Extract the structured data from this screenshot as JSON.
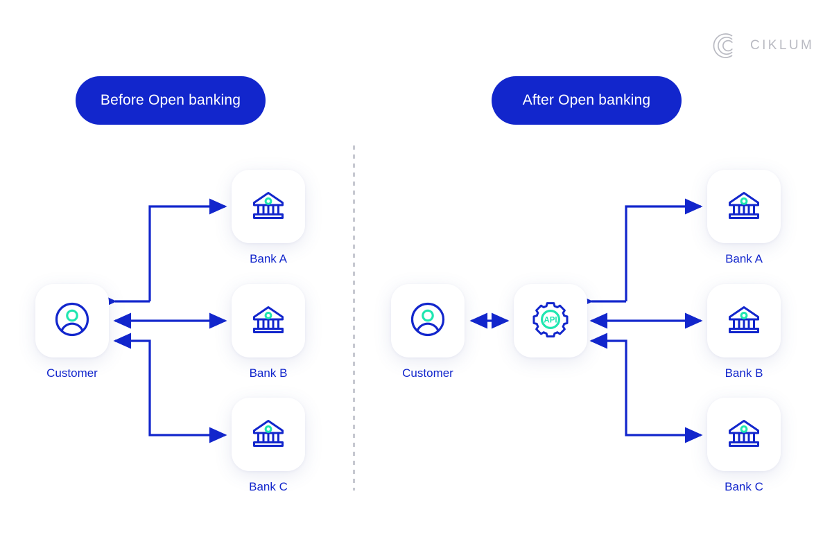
{
  "brand": {
    "logo_text": "CIKLUM",
    "logo_color": "#b9bac2"
  },
  "colors": {
    "accent_blue": "#1226cc",
    "accent_green": "#1fe6b0",
    "pill_bg": "#1226cc",
    "pill_text": "#ffffff",
    "card_bg": "#ffffff",
    "divider": "#c6c8d0",
    "page_bg": "#ffffff"
  },
  "sections": {
    "left": {
      "pill_label": "Before Open banking",
      "customer": {
        "label": "Customer",
        "icon": "customer-avatar-icon"
      },
      "banks": [
        {
          "label": "Bank A",
          "icon": "bank-building-icon"
        },
        {
          "label": "Bank B",
          "icon": "bank-building-icon"
        },
        {
          "label": "Bank C",
          "icon": "bank-building-icon"
        }
      ]
    },
    "right": {
      "pill_label": "After Open banking",
      "customer": {
        "label": "Customer",
        "icon": "customer-avatar-icon"
      },
      "api": {
        "label": "API",
        "icon": "api-gear-icon"
      },
      "banks": [
        {
          "label": "Bank A",
          "icon": "bank-building-icon"
        },
        {
          "label": "Bank B",
          "icon": "bank-building-icon"
        },
        {
          "label": "Bank C",
          "icon": "bank-building-icon"
        }
      ]
    }
  },
  "connections": {
    "left": [
      {
        "from": "Bank A",
        "to": "Customer",
        "direction": "one-way"
      },
      {
        "from": "Customer",
        "to": "Bank A",
        "direction": "one-way"
      },
      {
        "from": "Customer",
        "to": "Bank B",
        "direction": "two-way"
      },
      {
        "from": "Bank C",
        "to": "Customer",
        "direction": "one-way"
      },
      {
        "from": "Customer",
        "to": "Bank C",
        "direction": "one-way"
      }
    ],
    "right": [
      {
        "from": "Customer",
        "to": "API",
        "direction": "two-way"
      },
      {
        "from": "API",
        "to": "Bank A",
        "direction": "one-way"
      },
      {
        "from": "API",
        "to": "Bank B",
        "direction": "two-way"
      },
      {
        "from": "API",
        "to": "Bank C",
        "direction": "one-way"
      }
    ]
  }
}
